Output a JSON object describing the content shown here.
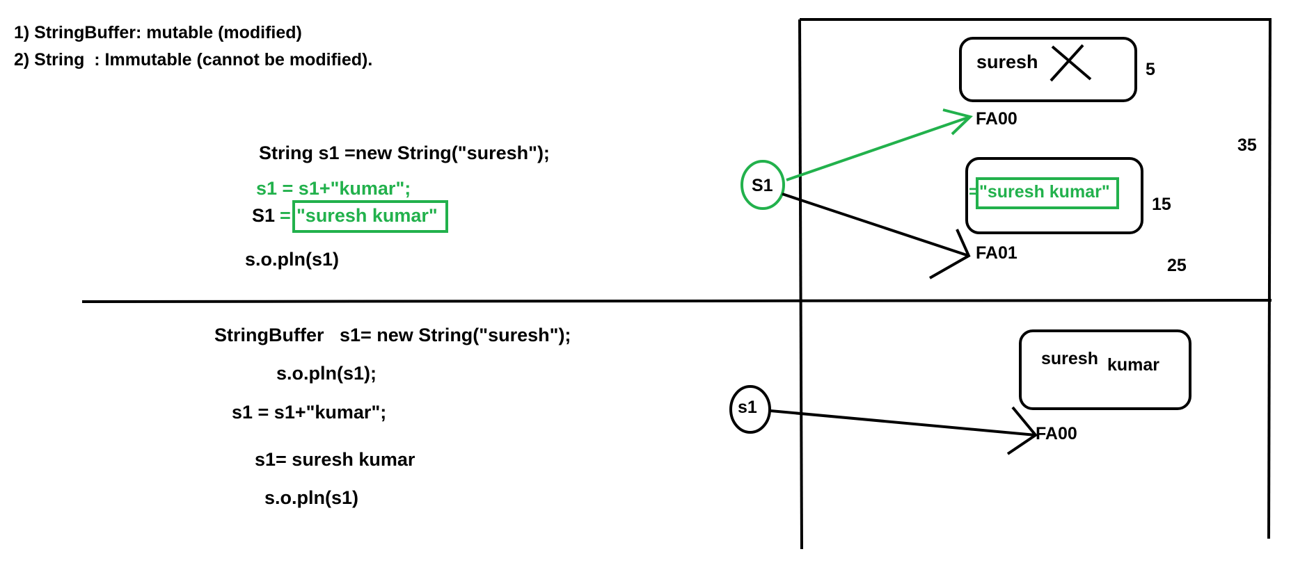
{
  "notes": {
    "line1": "1) StringBuffer: mutable (modified)",
    "line2": "2) String  : Immutable (cannot be modified)."
  },
  "string_example": {
    "decl": "String s1 =new String(\"suresh\");",
    "concat": "s1 = s1+\"kumar\";",
    "result_var": "S1",
    "result_eq": "=",
    "result_value": "\"suresh kumar\"",
    "print": "s.o.pln(s1)"
  },
  "stringbuffer_example": {
    "decl": "StringBuffer   s1= new String(\"suresh\");",
    "print1": "s.o.pln(s1);",
    "concat": "s1 = s1+\"kumar\";",
    "result": "s1= suresh kumar",
    "print2": "s.o.pln(s1)"
  },
  "heap_string": {
    "ref_label": "S1",
    "obj1_text": "suresh",
    "obj1_addr": "FA00",
    "obj1_num": "5",
    "obj2_prefix": "=",
    "obj2_text": "\"suresh kumar\"",
    "obj2_addr": "FA01",
    "num_15": "15",
    "num_25": "25",
    "num_35": "35"
  },
  "heap_buffer": {
    "ref_label": "s1",
    "obj_text_a": "suresh",
    "obj_text_b": "kumar",
    "obj_addr": "FA00"
  },
  "colors": {
    "green": "#22b14c",
    "black": "#000000"
  }
}
